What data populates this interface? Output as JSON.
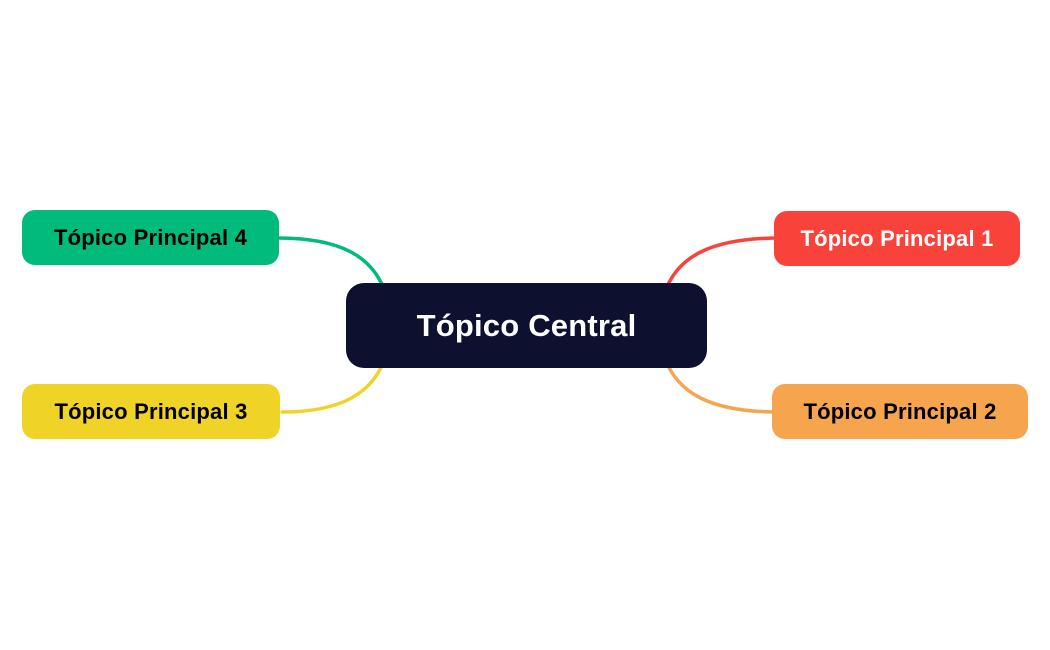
{
  "diagram": {
    "type": "mindmap",
    "background_color": "#ffffff",
    "central": {
      "label": "Tópico Central",
      "bg_color": "#0d102e",
      "text_color": "#ffffff"
    },
    "branches": [
      {
        "label": "Tópico Principal 1",
        "bg_color": "#f9423a",
        "text_color": "#ffffff",
        "connector_color": "#f9423a",
        "position": "top-right"
      },
      {
        "label": "Tópico Principal 2",
        "bg_color": "#f6a44e",
        "text_color": "#000000",
        "connector_color": "#f6a44e",
        "position": "bottom-right"
      },
      {
        "label": "Tópico Principal 3",
        "bg_color": "#f0d327",
        "text_color": "#000000",
        "connector_color": "#f0d327",
        "position": "bottom-left"
      },
      {
        "label": "Tópico Principal 4",
        "bg_color": "#00bb7b",
        "text_color": "#000000",
        "connector_color": "#00bb7b",
        "position": "top-left"
      }
    ]
  }
}
